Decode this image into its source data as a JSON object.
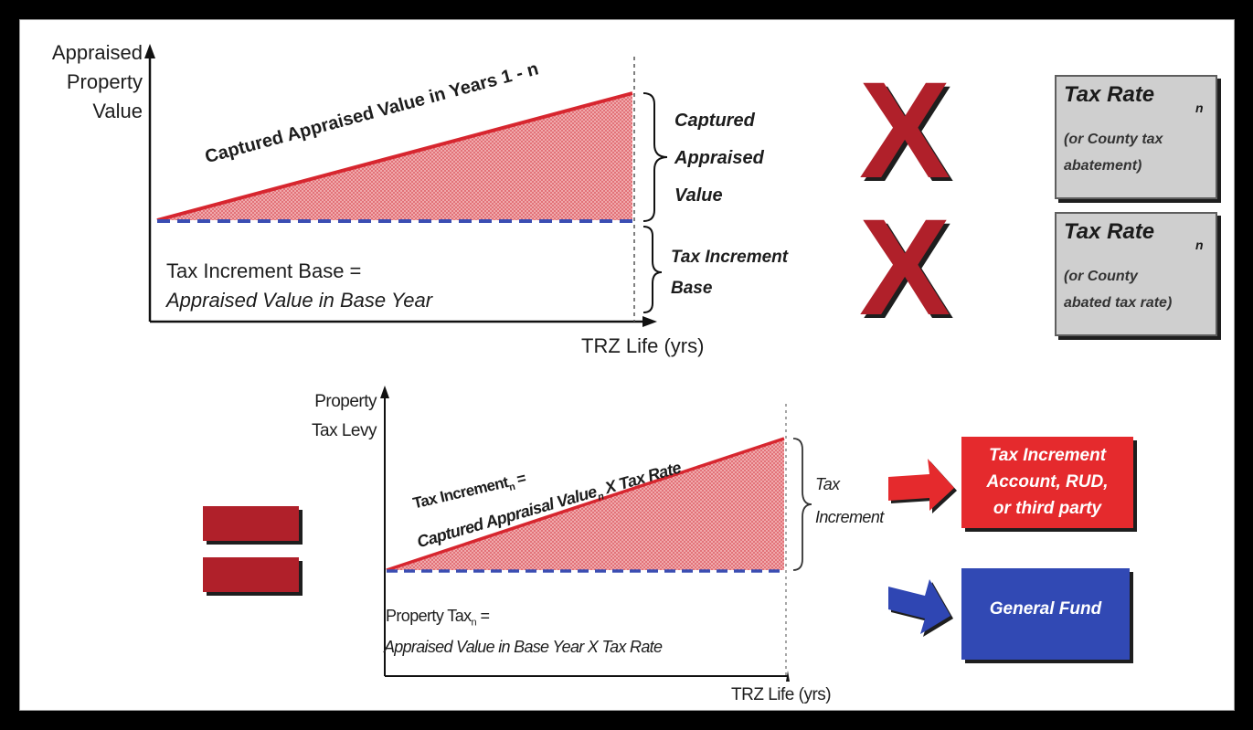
{
  "colors": {
    "frame": "#000000",
    "background": "#ffffff",
    "increment_fill": "#e98a8f",
    "increment_line": "#d7262f",
    "base_line": "#3a4db3",
    "multiply_x": "#b0202a",
    "box_gray": "#cfcfcf",
    "red_box": "#e52a2d",
    "blue_box": "#3149b4",
    "blue_arrow": "#2f46b3"
  },
  "top_chart": {
    "y_axis_label": [
      "Appraised",
      "Property",
      "Value"
    ],
    "x_axis_label": "TRZ Life (yrs)",
    "diagonal_label": "Captured Appraised Value in Years 1 - n",
    "base_label_line1": "Tax Increment Base =",
    "base_label_line2": "Appraised Value in Base Year",
    "brace_upper_label": [
      "Captured",
      "Appraised",
      "Value"
    ],
    "brace_lower_label": [
      "Tax Increment",
      "Base"
    ]
  },
  "multipliers": {
    "upper_symbol": "X",
    "lower_symbol": "X"
  },
  "rate_boxes": [
    {
      "title": "Tax Rate",
      "subscript": "n",
      "note": [
        "(or County tax",
        "abatement)"
      ]
    },
    {
      "title": "Tax Rate",
      "subscript": "n",
      "note": [
        "(or County",
        "abated tax rate)"
      ]
    }
  ],
  "bottom_chart": {
    "y_axis_label": [
      "Property",
      "Tax Levy"
    ],
    "x_axis_label": "TRZ Life (yrs)",
    "diagonal_label_line1": "Tax Increment",
    "diagonal_label_line1_sub": "n",
    "diagonal_label_line1_tail": " =",
    "diagonal_label_line2": "Captured Appraisal Value",
    "diagonal_label_line2_sub": "n",
    "diagonal_label_line2_tail": " X Tax Rate",
    "base_label_line1": "Property Tax",
    "base_label_line1_sub": "n",
    "base_label_line1_tail": " =",
    "base_label_line2": "Appraised Value in Base Year X Tax Rate",
    "brace_label": [
      "Tax",
      "Increment"
    ]
  },
  "equals_symbol": "=",
  "destinations": {
    "increment_account": [
      "Tax Increment",
      "Account, RUD,",
      "or third party"
    ],
    "general_fund": "General Fund"
  }
}
